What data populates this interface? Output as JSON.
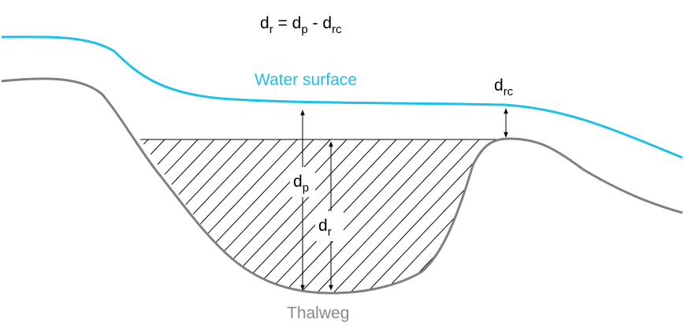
{
  "diagram": {
    "equation": {
      "lhs_main": "d",
      "lhs_sub": "r",
      "equals": " = ",
      "t1_main": "d",
      "t1_sub": "p",
      "minus": " - ",
      "t2_main": "d",
      "t2_sub": "rc"
    },
    "water_surface_label": "Water surface",
    "thalweg_label": "Thalweg",
    "dp_label": {
      "main": "d",
      "sub": "p"
    },
    "dr_label": {
      "main": "d",
      "sub": "r"
    },
    "drc_label": {
      "main": "d",
      "sub": "rc"
    }
  },
  "colors": {
    "water": "#1ec0ea",
    "bed": "#808080",
    "thalweg_text": "#8a8a8a",
    "ink": "#000000"
  }
}
